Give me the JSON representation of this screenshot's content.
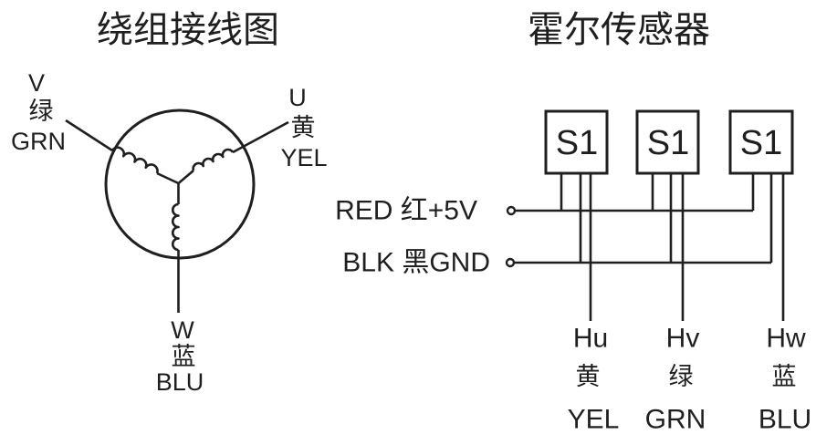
{
  "left_panel": {
    "title": "绕组接线图",
    "terminal_v": {
      "phase": "V",
      "color_cn": "绿",
      "color_en": "GRN"
    },
    "terminal_u": {
      "phase": "U",
      "color_cn": "黄",
      "color_en": "YEL"
    },
    "terminal_w": {
      "phase": "W",
      "color_cn": "蓝",
      "color_en": "BLU"
    }
  },
  "right_panel": {
    "title": "霍尔传感器",
    "sensors": [
      {
        "label": "S1"
      },
      {
        "label": "S1"
      },
      {
        "label": "S1"
      }
    ],
    "power_rail_label": "RED 红+5V",
    "ground_rail_label": "BLK 黑GND",
    "outputs": [
      {
        "signal": "Hu",
        "color_cn": "黄",
        "color_en": "YEL"
      },
      {
        "signal": "Hv",
        "color_cn": "绿",
        "color_en": "GRN"
      },
      {
        "signal": "Hw",
        "color_cn": "蓝",
        "color_en": "BLU"
      }
    ]
  },
  "colors": {
    "ink": "#1f1f1f",
    "background": "#ffffff"
  }
}
